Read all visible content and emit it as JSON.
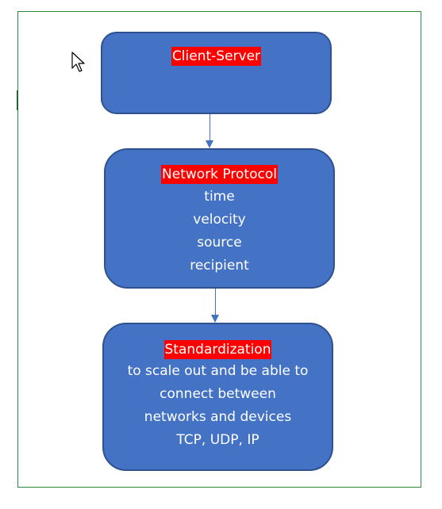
{
  "diagram": {
    "nodes": [
      {
        "id": "client-server",
        "title": "Client-Server",
        "lines": []
      },
      {
        "id": "network-protocol",
        "title": "Network Protocol",
        "lines": [
          "time",
          "velocity",
          "source",
          "recipient"
        ]
      },
      {
        "id": "standardization",
        "title": "Standardization",
        "lines": [
          "to scale out and be able to",
          "connect between",
          "networks and devices",
          "TCP, UDP, IP"
        ]
      }
    ],
    "edges": [
      {
        "from": "client-server",
        "to": "network-protocol"
      },
      {
        "from": "network-protocol",
        "to": "standardization"
      }
    ],
    "colors": {
      "box_fill": "#4472c4",
      "box_border": "#2f528f",
      "title_highlight": "#ff0000",
      "text": "#ffffff",
      "frame_border": "#2e8b3e"
    }
  },
  "icons": {
    "cursor": "mouse-pointer-icon"
  }
}
